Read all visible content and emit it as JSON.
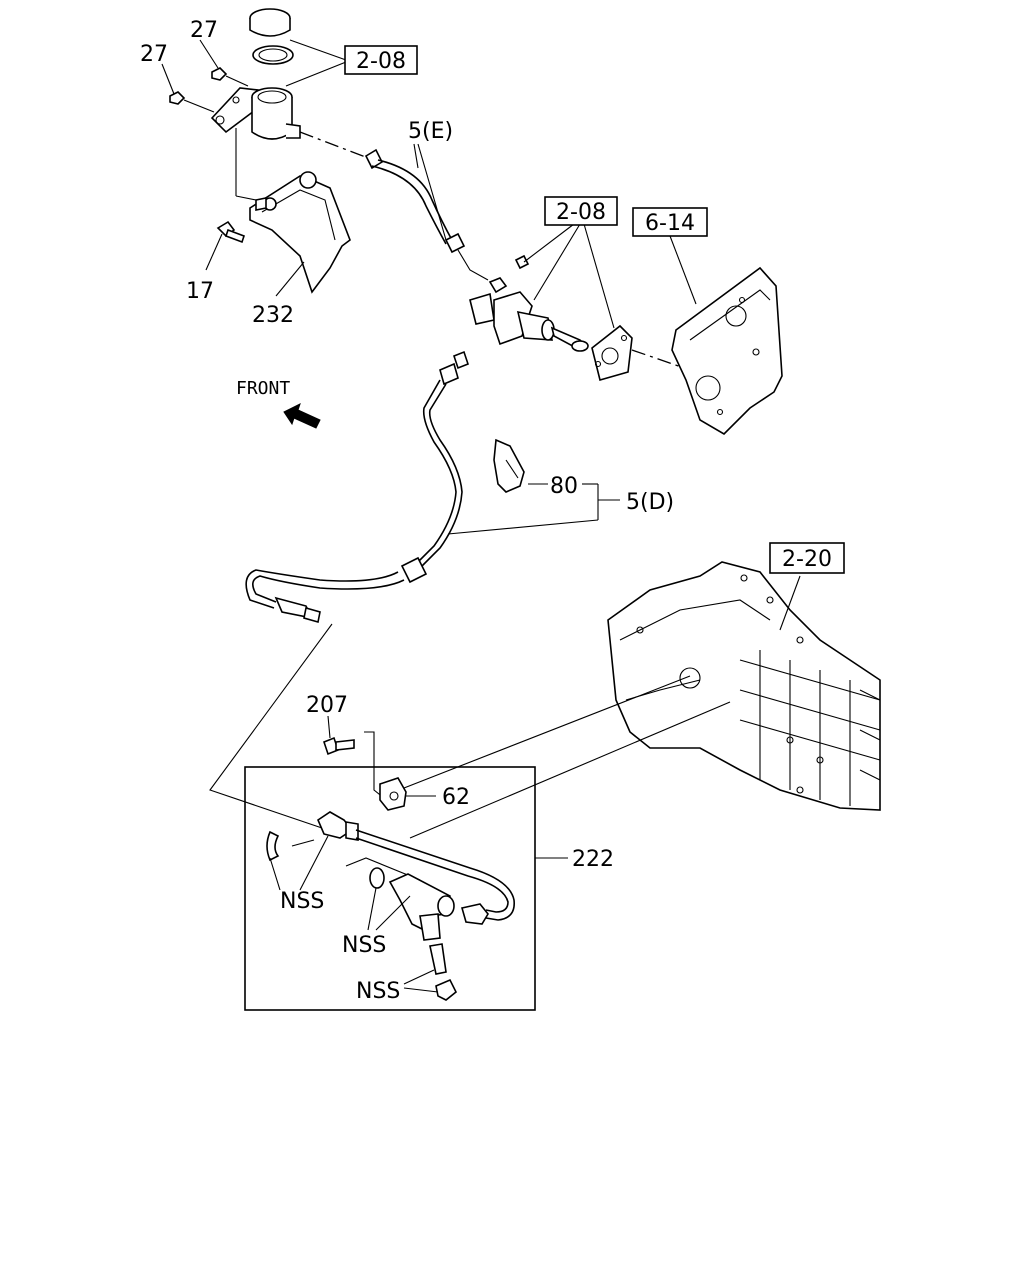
{
  "labels": {
    "ref_2_08_top": "2-08",
    "ref_2_08_mid": "2-08",
    "ref_6_14": "6-14",
    "ref_2_20": "2-20",
    "p27_a": "27",
    "p27_b": "27",
    "p17": "17",
    "p232": "232",
    "p5e": "5(E)",
    "p80": "80",
    "p5d": "5(D)",
    "p207": "207",
    "p62": "62",
    "p222": "222",
    "nss_1": "NSS",
    "nss_2": "NSS",
    "nss_3": "NSS",
    "front": "FRONT"
  }
}
